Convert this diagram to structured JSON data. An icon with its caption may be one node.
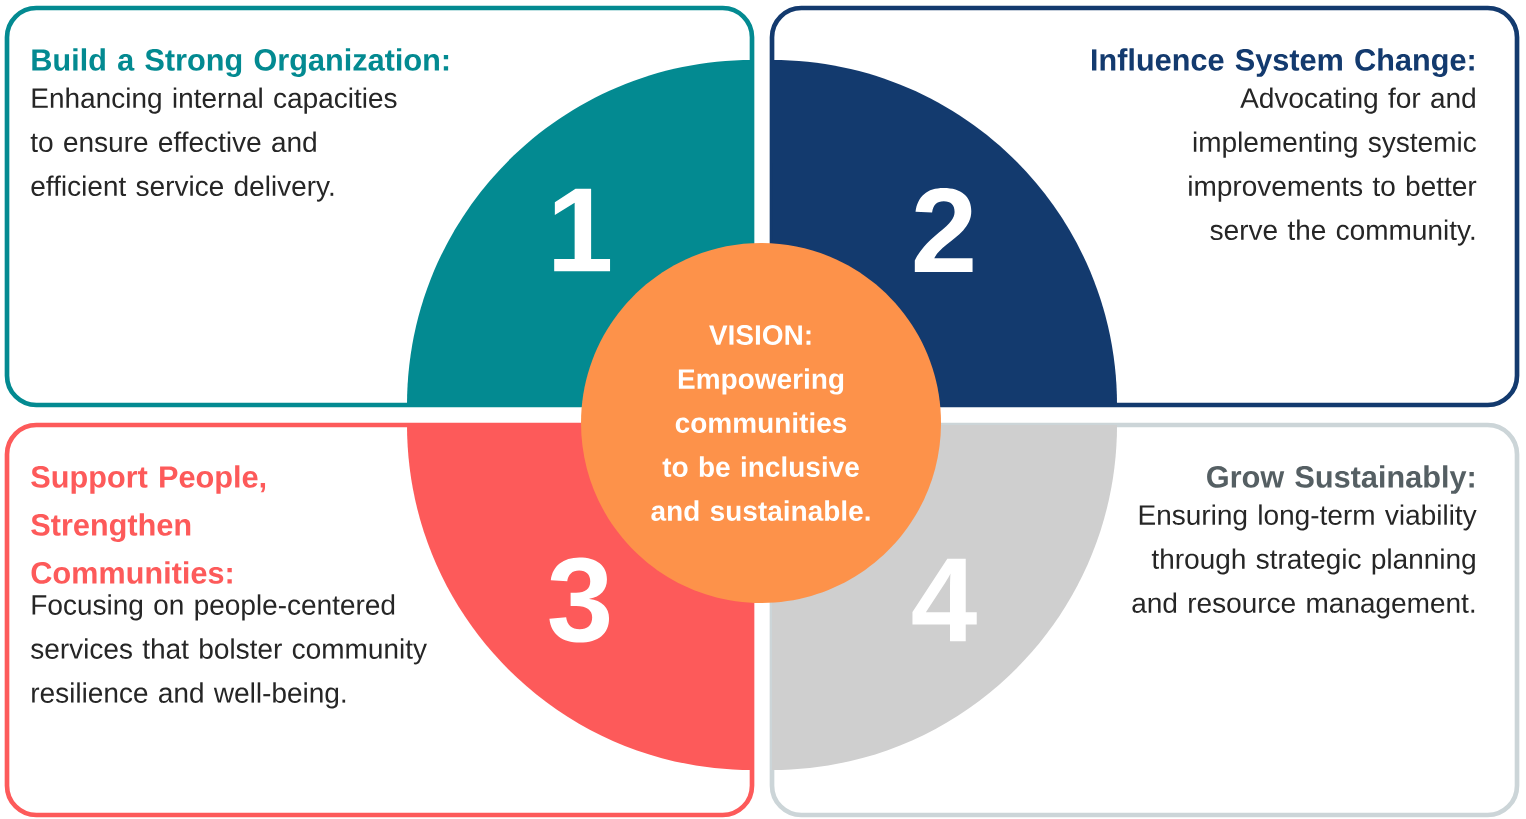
{
  "diagram": {
    "nodes": [
      {
        "text": [
          "Build a Strong Organization:",
          "Enhancing internal capacities to ensure effective and efficient service delivery."
        ]
      },
      {
        "text": [
          "1"
        ],
        "in": 0
      },
      {
        "text": [
          "Influence System Change:",
          "Advocating for and implementing systemic improvements to better serve the community."
        ]
      },
      {
        "text": [
          "2"
        ],
        "in": 2
      },
      {
        "text": [
          "Support People, Strengthen Communities:",
          "Focusing on people-centered services that bolster community resilience and well-being."
        ]
      },
      {
        "text": [
          "3"
        ],
        "in": 4
      },
      {
        "text": [
          "Grow Sustainably:",
          "Ensuring long-term viability through strategic planning and resource management."
        ]
      },
      {
        "text": [
          "4"
        ],
        "in": 6
      },
      {
        "text": [
          "VISION:",
          "Empowering communities to be inclusive and sustainable."
        ]
      }
    ]
  }
}
